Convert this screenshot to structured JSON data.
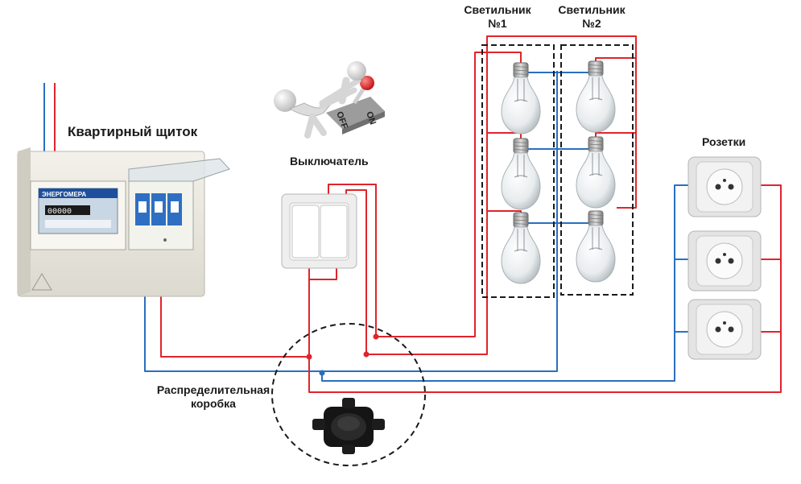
{
  "labels": {
    "panel": "Квартирный щиток",
    "switch": "Выключатель",
    "lamp1_line1": "Светильник",
    "lamp1_line2": "№1",
    "lamp2_line1": "Светильник",
    "lamp2_line2": "№2",
    "sockets": "Розетки",
    "junction_line1": "Распределительная",
    "junction_line2": "коробка"
  },
  "figure_text": {
    "on": "ON",
    "off": "OFF",
    "meter_brand": "ЭНЕРГОМЕРА",
    "meter_digits": "00000"
  },
  "colors": {
    "phase": "#e0242b",
    "neutral": "#2a6fc0",
    "enclosure": "#1a1a1a",
    "panel_body": "#e9e7df",
    "socket_body": "#f2f2f2"
  }
}
